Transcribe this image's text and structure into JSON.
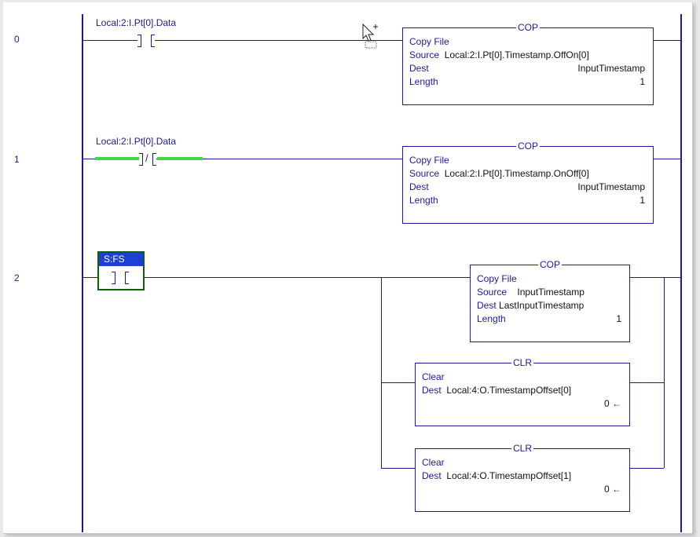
{
  "rungs": [
    {
      "number": "0",
      "contact_tag": "Local:2:I.Pt[0].Data",
      "contact_type": "XIC",
      "instruction": {
        "name": "COP",
        "desc": "Copy File",
        "source_label": "Source",
        "source": "Local:2:I.Pt[0].Timestamp.OffOn[0]",
        "dest_label": "Dest",
        "dest": "InputTimestamp",
        "length_label": "Length",
        "length": "1"
      }
    },
    {
      "number": "1",
      "contact_tag": "Local:2:I.Pt[0].Data",
      "contact_type": "XIO",
      "instruction": {
        "name": "COP",
        "desc": "Copy File",
        "source_label": "Source",
        "source": "Local:2:I.Pt[0].Timestamp.OnOff[0]",
        "dest_label": "Dest",
        "dest": "InputTimestamp",
        "length_label": "Length",
        "length": "1"
      }
    },
    {
      "number": "2",
      "contact_tag": "S:FS",
      "contact_type": "XIC",
      "instructions": [
        {
          "name": "COP",
          "desc": "Copy File",
          "source_label": "Source",
          "source": "InputTimestamp",
          "dest_label": "Dest",
          "dest": "LastInputTimestamp",
          "length_label": "Length",
          "length": "1"
        },
        {
          "name": "CLR",
          "desc": "Clear",
          "dest_label": "Dest",
          "dest": "Local:4:O.TimestampOffset[0]",
          "value": "0",
          "arrow": "←"
        },
        {
          "name": "CLR",
          "desc": "Clear",
          "dest_label": "Dest",
          "dest": "Local:4:O.TimestampOffset[1]",
          "value": "0",
          "arrow": "←"
        }
      ]
    }
  ],
  "colors": {
    "wire": "#1a1aa0",
    "energized": "#3fd93f",
    "tag_header": "#1e3fd6",
    "tag_border": "#0f5f0f"
  }
}
